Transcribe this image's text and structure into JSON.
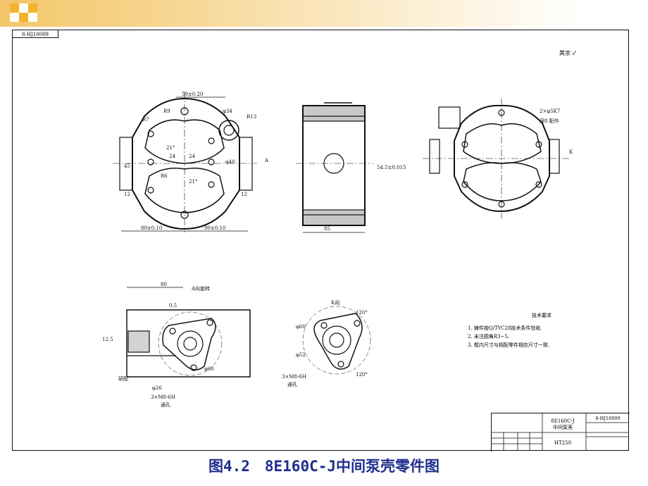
{
  "drawing": {
    "sheet_code": "8-HJ10009",
    "rest_finish": "其余",
    "title_block": {
      "part_name_line1": "8E160C-J",
      "part_name_line2": "中间泵壳",
      "code": "8-HJ10009",
      "material": "HT250"
    },
    "notes": {
      "heading": "技术要求",
      "items": [
        "1. 铸件按Q/TYC28技术条件验收.",
        "2. 未注圆角R3~5.",
        "3. 框内尺寸与相配零件相应尺寸一致."
      ]
    },
    "labels": {
      "view_a_rotated": "A向旋转",
      "view_k": "K向",
      "dim_59": "59±0.20",
      "dim_80_left": "80±0.10",
      "dim_90": "90±0.10",
      "dim_85": "85",
      "dim_80_top": "80",
      "dim_54": "54.5±0.015",
      "dim_phi60": "φ60",
      "dim_phi52": "φ52",
      "dim_120a": "120°",
      "dim_120b": "120°",
      "thread_m8_a": "3×M8-6H",
      "thread_m8_b": "3×M8-6H",
      "through_a": "通孔",
      "through_b": "通孔",
      "grind_fit": "研配",
      "pin_hole": "2×φ5K7",
      "fit_note": "深8 配作",
      "label_a": "A",
      "label_k": "K",
      "r9": "R9",
      "r13": "R13",
      "r6": "R6",
      "r7": "R7",
      "d24a": "24",
      "d24b": "24",
      "d21a": "21°",
      "d21b": "21°",
      "d45": "45",
      "d12a": "12",
      "d12b": "12",
      "d40": "φ40",
      "d34": "φ34",
      "dim_12_5": "12.5",
      "dim_0_5": "0.5",
      "dim_phi26": "φ26"
    }
  },
  "caption": "图4.2　8E160C-J中间泵壳零件图"
}
